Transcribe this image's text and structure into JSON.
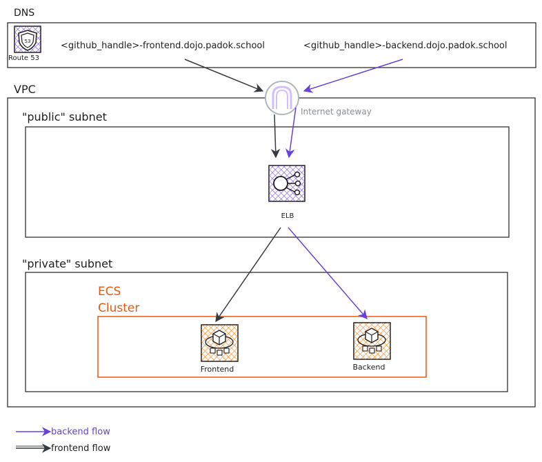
{
  "dns": {
    "label": "DNS",
    "route53_label": "Route 53",
    "frontend_domain": "<github_handle>-frontend.dojo.padok.school",
    "backend_domain": "<github_handle>-backend.dojo.padok.school"
  },
  "vpc": {
    "label": "VPC",
    "internet_gateway_label": "Internet gateway",
    "public_subnet_label": "\"public\" subnet",
    "private_subnet_label": "\"private\" subnet",
    "elb_label": "ELB",
    "ecs_cluster_label_line1": "ECS",
    "ecs_cluster_label_line2": "Cluster",
    "frontend_service_label": "Frontend",
    "backend_service_label": "Backend"
  },
  "legend": {
    "backend_flow": "backend flow",
    "frontend_flow": "frontend flow"
  },
  "colors": {
    "frontend_flow": "#343a40",
    "backend_flow": "#6741d9",
    "ecs": "#e8590c",
    "ecs_fill": "#fd7e14",
    "elb_fill": "#7950f2",
    "gateway": "#adb5bd",
    "gateway_text": "#868e96"
  },
  "icons": {
    "route53": "route53-shield-icon",
    "gateway": "internet-gateway-icon",
    "elb": "load-balancer-icon",
    "frontend": "ecs-service-icon",
    "backend": "ecs-service-icon"
  }
}
